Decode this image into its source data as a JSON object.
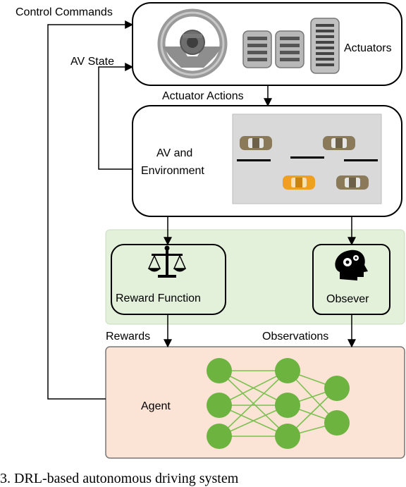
{
  "labels": {
    "control_commands": "Control Commands",
    "av_state": "AV State",
    "actuators": "Actuators",
    "actuator_actions": "Actuator Actions",
    "av_env_line1": "AV and",
    "av_env_line2": "Environment",
    "reward_function": "Reward Function",
    "observer": "Obsever",
    "rewards": "Rewards",
    "observations": "Observations",
    "agent": "Agent"
  },
  "caption": "3. DRL-based autonomous driving system",
  "colors": {
    "observer_panel": "#e3f0da",
    "agent_panel": "#fbe3d5",
    "neuron": "#6cb33f",
    "network_edge": "#7cc050",
    "road": "#d9d9d9",
    "ego_car": "#f0a020",
    "other_car": "#8a7a5a"
  }
}
